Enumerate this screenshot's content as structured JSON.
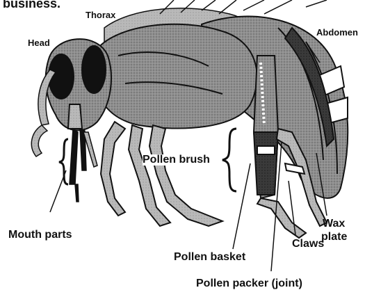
{
  "figure": {
    "caption_fragment": "business.",
    "colors": {
      "ink": "#111111",
      "body_fill": "#8a8a8a",
      "dark_fill": "#2a2a2a",
      "light_fill": "#cfcfcf",
      "background": "#ffffff"
    },
    "labels": {
      "thorax": "Thorax",
      "head": "Head",
      "abdomen": "Abdomen",
      "pollen_brush": "Pollen brush",
      "mouth_parts": "Mouth parts",
      "wax_plate_line1": "Wax",
      "wax_plate_line2": "plate",
      "pollen_basket": "Pollen basket",
      "claws": "Claws",
      "pollen_packer": "Pollen packer (joint)"
    },
    "subject_icon": "honeybee-anatomy-illustration"
  }
}
